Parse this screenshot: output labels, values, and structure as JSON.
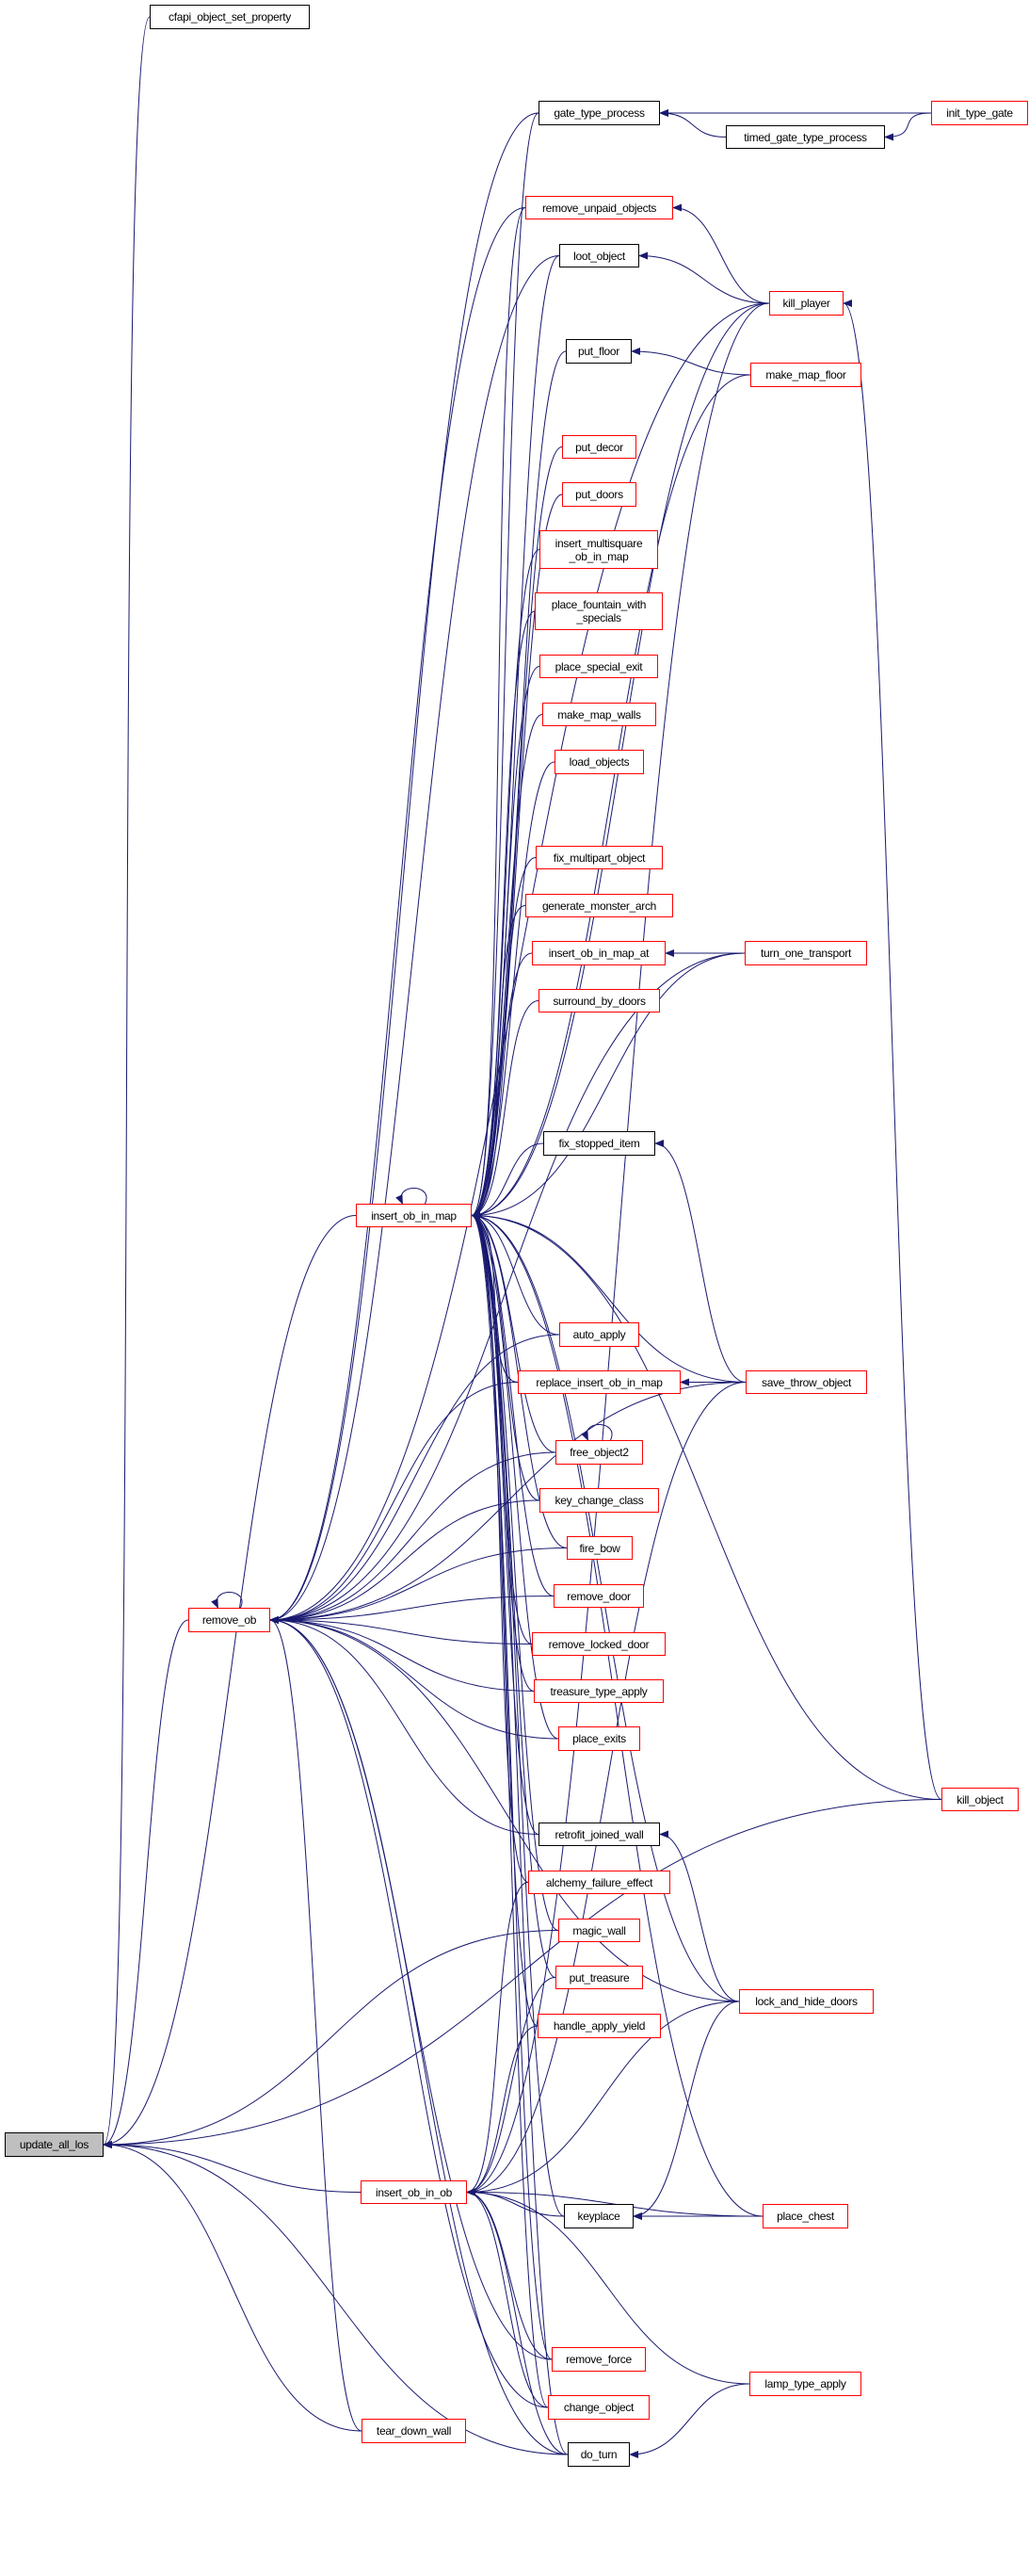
{
  "graph": {
    "title": "update_all_los caller graph",
    "edge_color": "#191970",
    "root": "update_all_los",
    "nodes": {
      "cfapi_object_set_property": {
        "label": "cfapi_object_set_property",
        "style": "black"
      },
      "gate_type_process": {
        "label": "gate_type_process",
        "style": "black"
      },
      "init_type_gate": {
        "label": "init_type_gate",
        "style": "red"
      },
      "timed_gate_type_process": {
        "label": "timed_gate_type_process",
        "style": "black"
      },
      "remove_unpaid_objects": {
        "label": "remove_unpaid_objects",
        "style": "red"
      },
      "loot_object": {
        "label": "loot_object",
        "style": "black"
      },
      "kill_player": {
        "label": "kill_player",
        "style": "red"
      },
      "put_floor": {
        "label": "put_floor",
        "style": "black"
      },
      "make_map_floor": {
        "label": "make_map_floor",
        "style": "red"
      },
      "put_decor": {
        "label": "put_decor",
        "style": "red"
      },
      "put_doors": {
        "label": "put_doors",
        "style": "red"
      },
      "insert_multisquare_ob_in_map": {
        "label": "insert_multisquare\n_ob_in_map",
        "style": "red"
      },
      "place_fountain_with_specials": {
        "label": "place_fountain_with\n_specials",
        "style": "red"
      },
      "place_special_exit": {
        "label": "place_special_exit",
        "style": "red"
      },
      "make_map_walls": {
        "label": "make_map_walls",
        "style": "red"
      },
      "load_objects": {
        "label": "load_objects",
        "style": "red"
      },
      "fix_multipart_object": {
        "label": "fix_multipart_object",
        "style": "red"
      },
      "generate_monster_arch": {
        "label": "generate_monster_arch",
        "style": "red"
      },
      "insert_ob_in_map_at": {
        "label": "insert_ob_in_map_at",
        "style": "red"
      },
      "turn_one_transport": {
        "label": "turn_one_transport",
        "style": "red"
      },
      "surround_by_doors": {
        "label": "surround_by_doors",
        "style": "red"
      },
      "fix_stopped_item": {
        "label": "fix_stopped_item",
        "style": "black"
      },
      "insert_ob_in_map": {
        "label": "insert_ob_in_map",
        "style": "red"
      },
      "auto_apply": {
        "label": "auto_apply",
        "style": "red"
      },
      "replace_insert_ob_in_map": {
        "label": "replace_insert_ob_in_map",
        "style": "red"
      },
      "save_throw_object": {
        "label": "save_throw_object",
        "style": "red"
      },
      "free_object2": {
        "label": "free_object2",
        "style": "red"
      },
      "key_change_class": {
        "label": "key_change_class",
        "style": "red"
      },
      "fire_bow": {
        "label": "fire_bow",
        "style": "red"
      },
      "remove_door": {
        "label": "remove_door",
        "style": "red"
      },
      "remove_ob": {
        "label": "remove_ob",
        "style": "red"
      },
      "remove_locked_door": {
        "label": "remove_locked_door",
        "style": "red"
      },
      "treasure_type_apply": {
        "label": "treasure_type_apply",
        "style": "red"
      },
      "place_exits": {
        "label": "place_exits",
        "style": "red"
      },
      "kill_object": {
        "label": "kill_object",
        "style": "red"
      },
      "retrofit_joined_wall": {
        "label": "retrofit_joined_wall",
        "style": "black"
      },
      "alchemy_failure_effect": {
        "label": "alchemy_failure_effect",
        "style": "red"
      },
      "magic_wall": {
        "label": "magic_wall",
        "style": "red"
      },
      "put_treasure": {
        "label": "put_treasure",
        "style": "red"
      },
      "lock_and_hide_doors": {
        "label": "lock_and_hide_doors",
        "style": "red"
      },
      "handle_apply_yield": {
        "label": "handle_apply_yield",
        "style": "red"
      },
      "update_all_los": {
        "label": "update_all_los",
        "style": "root"
      },
      "insert_ob_in_ob": {
        "label": "insert_ob_in_ob",
        "style": "red"
      },
      "keyplace": {
        "label": "keyplace",
        "style": "black"
      },
      "place_chest": {
        "label": "place_chest",
        "style": "red"
      },
      "remove_force": {
        "label": "remove_force",
        "style": "red"
      },
      "lamp_type_apply": {
        "label": "lamp_type_apply",
        "style": "red"
      },
      "change_object": {
        "label": "change_object",
        "style": "red"
      },
      "tear_down_wall": {
        "label": "tear_down_wall",
        "style": "red"
      },
      "do_turn": {
        "label": "do_turn",
        "style": "black"
      }
    },
    "edges": [
      [
        "init_type_gate",
        "gate_type_process"
      ],
      [
        "timed_gate_type_process",
        "gate_type_process"
      ],
      [
        "init_type_gate",
        "timed_gate_type_process"
      ],
      [
        "kill_player",
        "remove_unpaid_objects"
      ],
      [
        "kill_player",
        "loot_object"
      ],
      [
        "make_map_floor",
        "put_floor"
      ],
      [
        "turn_one_transport",
        "insert_ob_in_map_at"
      ],
      [
        "save_throw_object",
        "fix_stopped_item"
      ],
      [
        "save_throw_object",
        "replace_insert_ob_in_map"
      ],
      [
        "lock_and_hide_doors",
        "retrofit_joined_wall"
      ],
      [
        "place_chest",
        "keyplace"
      ],
      [
        "lock_and_hide_doors",
        "keyplace"
      ],
      [
        "kill_object",
        "kill_player"
      ],
      [
        "lamp_type_apply",
        "do_turn"
      ],
      [
        "free_object2",
        "free_object2"
      ],
      [
        "gate_type_process",
        "insert_ob_in_map"
      ],
      [
        "remove_unpaid_objects",
        "insert_ob_in_map"
      ],
      [
        "loot_object",
        "insert_ob_in_map"
      ],
      [
        "put_floor",
        "insert_ob_in_map"
      ],
      [
        "make_map_floor",
        "insert_ob_in_map"
      ],
      [
        "put_decor",
        "insert_ob_in_map"
      ],
      [
        "put_doors",
        "insert_ob_in_map"
      ],
      [
        "insert_multisquare_ob_in_map",
        "insert_ob_in_map"
      ],
      [
        "place_fountain_with_specials",
        "insert_ob_in_map"
      ],
      [
        "place_special_exit",
        "insert_ob_in_map"
      ],
      [
        "make_map_walls",
        "insert_ob_in_map"
      ],
      [
        "load_objects",
        "insert_ob_in_map"
      ],
      [
        "kill_player",
        "insert_ob_in_map"
      ],
      [
        "fix_multipart_object",
        "insert_ob_in_map"
      ],
      [
        "generate_monster_arch",
        "insert_ob_in_map"
      ],
      [
        "insert_ob_in_map_at",
        "insert_ob_in_map"
      ],
      [
        "surround_by_doors",
        "insert_ob_in_map"
      ],
      [
        "turn_one_transport",
        "insert_ob_in_map"
      ],
      [
        "fix_stopped_item",
        "insert_ob_in_map"
      ],
      [
        "kill_object",
        "insert_ob_in_map"
      ],
      [
        "save_throw_object",
        "insert_ob_in_map"
      ],
      [
        "auto_apply",
        "insert_ob_in_map"
      ],
      [
        "replace_insert_ob_in_map",
        "insert_ob_in_map"
      ],
      [
        "free_object2",
        "insert_ob_in_map"
      ],
      [
        "key_change_class",
        "insert_ob_in_map"
      ],
      [
        "fire_bow",
        "insert_ob_in_map"
      ],
      [
        "remove_door",
        "insert_ob_in_map"
      ],
      [
        "remove_locked_door",
        "insert_ob_in_map"
      ],
      [
        "treasure_type_apply",
        "insert_ob_in_map"
      ],
      [
        "place_exits",
        "insert_ob_in_map"
      ],
      [
        "retrofit_joined_wall",
        "insert_ob_in_map"
      ],
      [
        "alchemy_failure_effect",
        "insert_ob_in_map"
      ],
      [
        "magic_wall",
        "insert_ob_in_map"
      ],
      [
        "put_treasure",
        "insert_ob_in_map"
      ],
      [
        "handle_apply_yield",
        "insert_ob_in_map"
      ],
      [
        "keyplace",
        "insert_ob_in_map"
      ],
      [
        "place_chest",
        "insert_ob_in_map"
      ],
      [
        "lock_and_hide_doors",
        "insert_ob_in_map"
      ],
      [
        "remove_force",
        "insert_ob_in_map"
      ],
      [
        "change_object",
        "insert_ob_in_map"
      ],
      [
        "do_turn",
        "insert_ob_in_map"
      ],
      [
        "insert_ob_in_map",
        "insert_ob_in_map"
      ],
      [
        "gate_type_process",
        "remove_ob"
      ],
      [
        "remove_unpaid_objects",
        "remove_ob"
      ],
      [
        "loot_object",
        "remove_ob"
      ],
      [
        "kill_player",
        "remove_ob"
      ],
      [
        "turn_one_transport",
        "remove_ob"
      ],
      [
        "auto_apply",
        "remove_ob"
      ],
      [
        "replace_insert_ob_in_map",
        "remove_ob"
      ],
      [
        "free_object2",
        "remove_ob"
      ],
      [
        "key_change_class",
        "remove_ob"
      ],
      [
        "fire_bow",
        "remove_ob"
      ],
      [
        "remove_door",
        "remove_ob"
      ],
      [
        "remove_locked_door",
        "remove_ob"
      ],
      [
        "treasure_type_apply",
        "remove_ob"
      ],
      [
        "place_exits",
        "remove_ob"
      ],
      [
        "save_throw_object",
        "remove_ob"
      ],
      [
        "retrofit_joined_wall",
        "remove_ob"
      ],
      [
        "lock_and_hide_doors",
        "remove_ob"
      ],
      [
        "remove_force",
        "remove_ob"
      ],
      [
        "change_object",
        "remove_ob"
      ],
      [
        "do_turn",
        "remove_ob"
      ],
      [
        "tear_down_wall",
        "remove_ob"
      ],
      [
        "remove_ob",
        "remove_ob"
      ],
      [
        "alchemy_failure_effect",
        "insert_ob_in_ob"
      ],
      [
        "put_treasure",
        "insert_ob_in_ob"
      ],
      [
        "handle_apply_yield",
        "insert_ob_in_ob"
      ],
      [
        "kill_player",
        "insert_ob_in_ob"
      ],
      [
        "keyplace",
        "insert_ob_in_ob"
      ],
      [
        "place_chest",
        "insert_ob_in_ob"
      ],
      [
        "remove_force",
        "insert_ob_in_ob"
      ],
      [
        "change_object",
        "insert_ob_in_ob"
      ],
      [
        "do_turn",
        "insert_ob_in_ob"
      ],
      [
        "lamp_type_apply",
        "insert_ob_in_ob"
      ],
      [
        "save_throw_object",
        "insert_ob_in_ob"
      ],
      [
        "lock_and_hide_doors",
        "insert_ob_in_ob"
      ],
      [
        "cfapi_object_set_property",
        "update_all_los"
      ],
      [
        "insert_ob_in_map",
        "update_all_los"
      ],
      [
        "remove_ob",
        "update_all_los"
      ],
      [
        "insert_ob_in_ob",
        "update_all_los"
      ],
      [
        "magic_wall",
        "update_all_los"
      ],
      [
        "tear_down_wall",
        "update_all_los"
      ],
      [
        "do_turn",
        "update_all_los"
      ],
      [
        "kill_object",
        "update_all_los"
      ]
    ]
  }
}
